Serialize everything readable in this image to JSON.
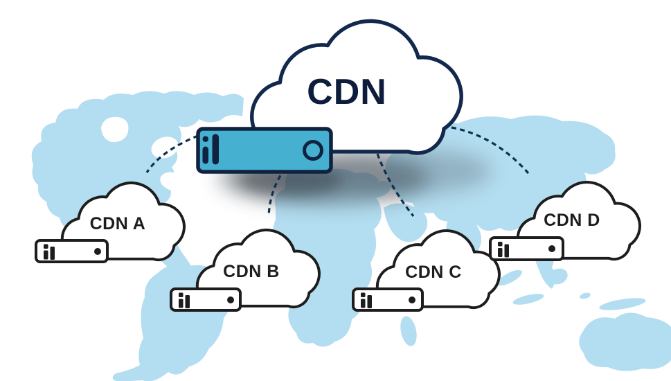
{
  "diagram": {
    "type": "cdn-network-topology",
    "main_cloud": {
      "label": "CDN"
    },
    "edge_clouds": [
      {
        "label": "CDN A"
      },
      {
        "label": "CDN B"
      },
      {
        "label": "CDN C"
      },
      {
        "label": "CDN D"
      }
    ],
    "connections": [
      {
        "from": "CDN",
        "to": "CDN A",
        "style": "dashed"
      },
      {
        "from": "CDN",
        "to": "CDN B",
        "style": "dashed"
      },
      {
        "from": "CDN",
        "to": "CDN C",
        "style": "dashed"
      },
      {
        "from": "CDN",
        "to": "CDN D",
        "style": "dashed"
      }
    ],
    "icons": {
      "origin_server": "rack-server-icon",
      "edge_server": "rack-server-icon",
      "indicator": "led-dot-icon",
      "port": "port-circle-icon"
    },
    "colors": {
      "background": "#ffffff",
      "map_land": "#b3ddf0",
      "origin_server_fill": "#45b0d0",
      "navy_outline": "#12284c",
      "black_outline": "#1d1d1d",
      "connection_dash": "#0d3050"
    }
  }
}
